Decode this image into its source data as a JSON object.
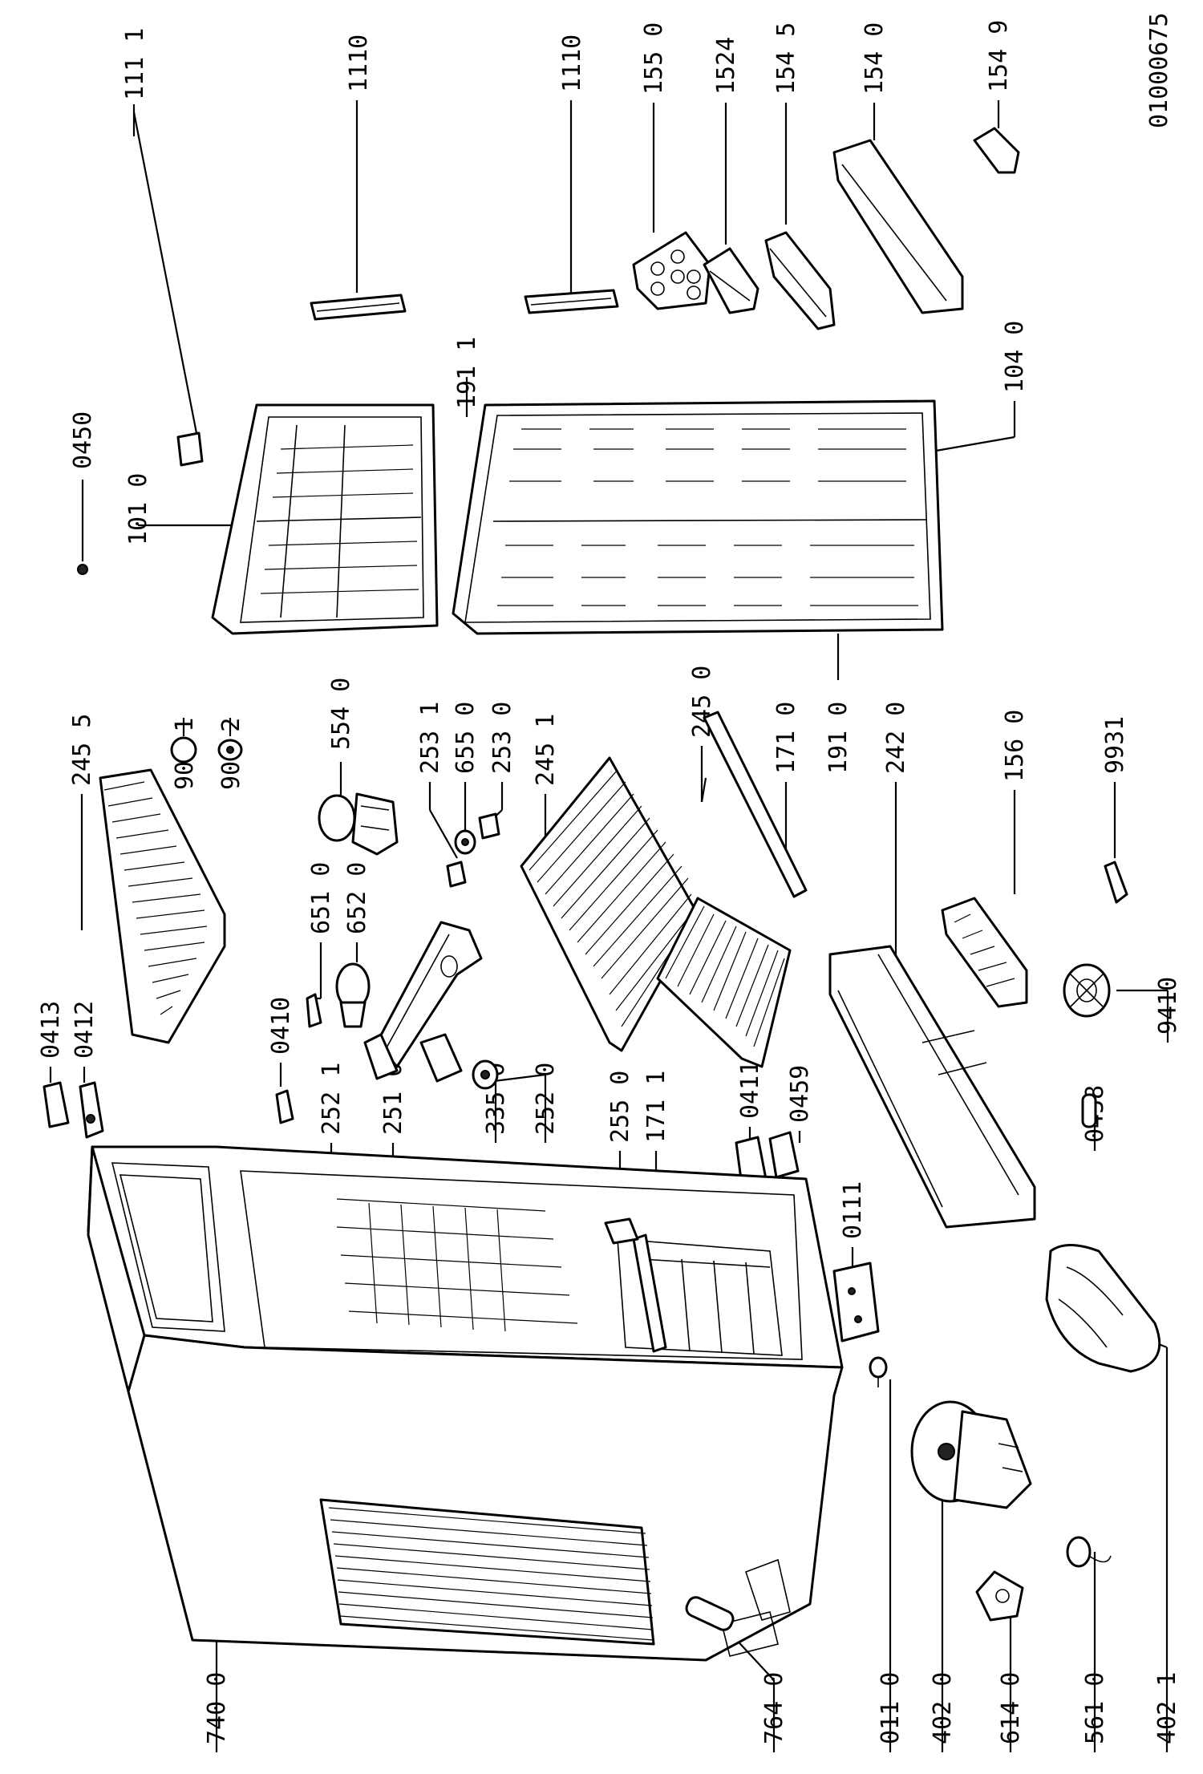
{
  "drawing_number": "01000675",
  "callouts": [
    {
      "id": "c1111",
      "text": "111 1"
    },
    {
      "id": "c1110a",
      "text": "1110"
    },
    {
      "id": "c1110b",
      "text": "1110"
    },
    {
      "id": "c1550",
      "text": "155 0"
    },
    {
      "id": "c1524",
      "text": "1524"
    },
    {
      "id": "c1545",
      "text": "154 5"
    },
    {
      "id": "c1540",
      "text": "154 0"
    },
    {
      "id": "c1549",
      "text": "154 9"
    },
    {
      "id": "c0450",
      "text": "0450"
    },
    {
      "id": "c1010",
      "text": "101 0"
    },
    {
      "id": "c1911",
      "text": "191 1"
    },
    {
      "id": "c1040",
      "text": "104 0"
    },
    {
      "id": "c2455",
      "text": "245 5"
    },
    {
      "id": "c9041",
      "text": "904 1"
    },
    {
      "id": "c9042",
      "text": "904 2"
    },
    {
      "id": "c5540",
      "text": "554 0"
    },
    {
      "id": "c2531",
      "text": "253 1"
    },
    {
      "id": "c6550",
      "text": "655 0"
    },
    {
      "id": "c2530",
      "text": "253 0"
    },
    {
      "id": "c2451",
      "text": "245 1"
    },
    {
      "id": "c2450",
      "text": "245 0"
    },
    {
      "id": "c1710",
      "text": "171 0"
    },
    {
      "id": "c1910",
      "text": "191 0"
    },
    {
      "id": "c2420",
      "text": "242 0"
    },
    {
      "id": "c1560",
      "text": "156 0"
    },
    {
      "id": "c9931",
      "text": "9931"
    },
    {
      "id": "c0413",
      "text": "0413"
    },
    {
      "id": "c0412",
      "text": "0412"
    },
    {
      "id": "c6510",
      "text": "651 0"
    },
    {
      "id": "c6520",
      "text": "652 0"
    },
    {
      "id": "c0410",
      "text": "0410"
    },
    {
      "id": "c2521",
      "text": "252 1"
    },
    {
      "id": "c2510",
      "text": "251 0"
    },
    {
      "id": "c3350",
      "text": "335 0"
    },
    {
      "id": "c2520",
      "text": "252 0"
    },
    {
      "id": "c2550",
      "text": "255 0"
    },
    {
      "id": "c1711",
      "text": "171 1"
    },
    {
      "id": "c0411",
      "text": "0411"
    },
    {
      "id": "c0459",
      "text": "0459"
    },
    {
      "id": "c9410",
      "text": "9410"
    },
    {
      "id": "c0458",
      "text": "0458"
    },
    {
      "id": "c0111",
      "text": "0111"
    },
    {
      "id": "c7400",
      "text": "740 0"
    },
    {
      "id": "c7640",
      "text": "764 0"
    },
    {
      "id": "c0110",
      "text": "011 0"
    },
    {
      "id": "c4020",
      "text": "402 0"
    },
    {
      "id": "c6140",
      "text": "614 0"
    },
    {
      "id": "c5610",
      "text": "561 0"
    },
    {
      "id": "c4021",
      "text": "402 1"
    }
  ]
}
